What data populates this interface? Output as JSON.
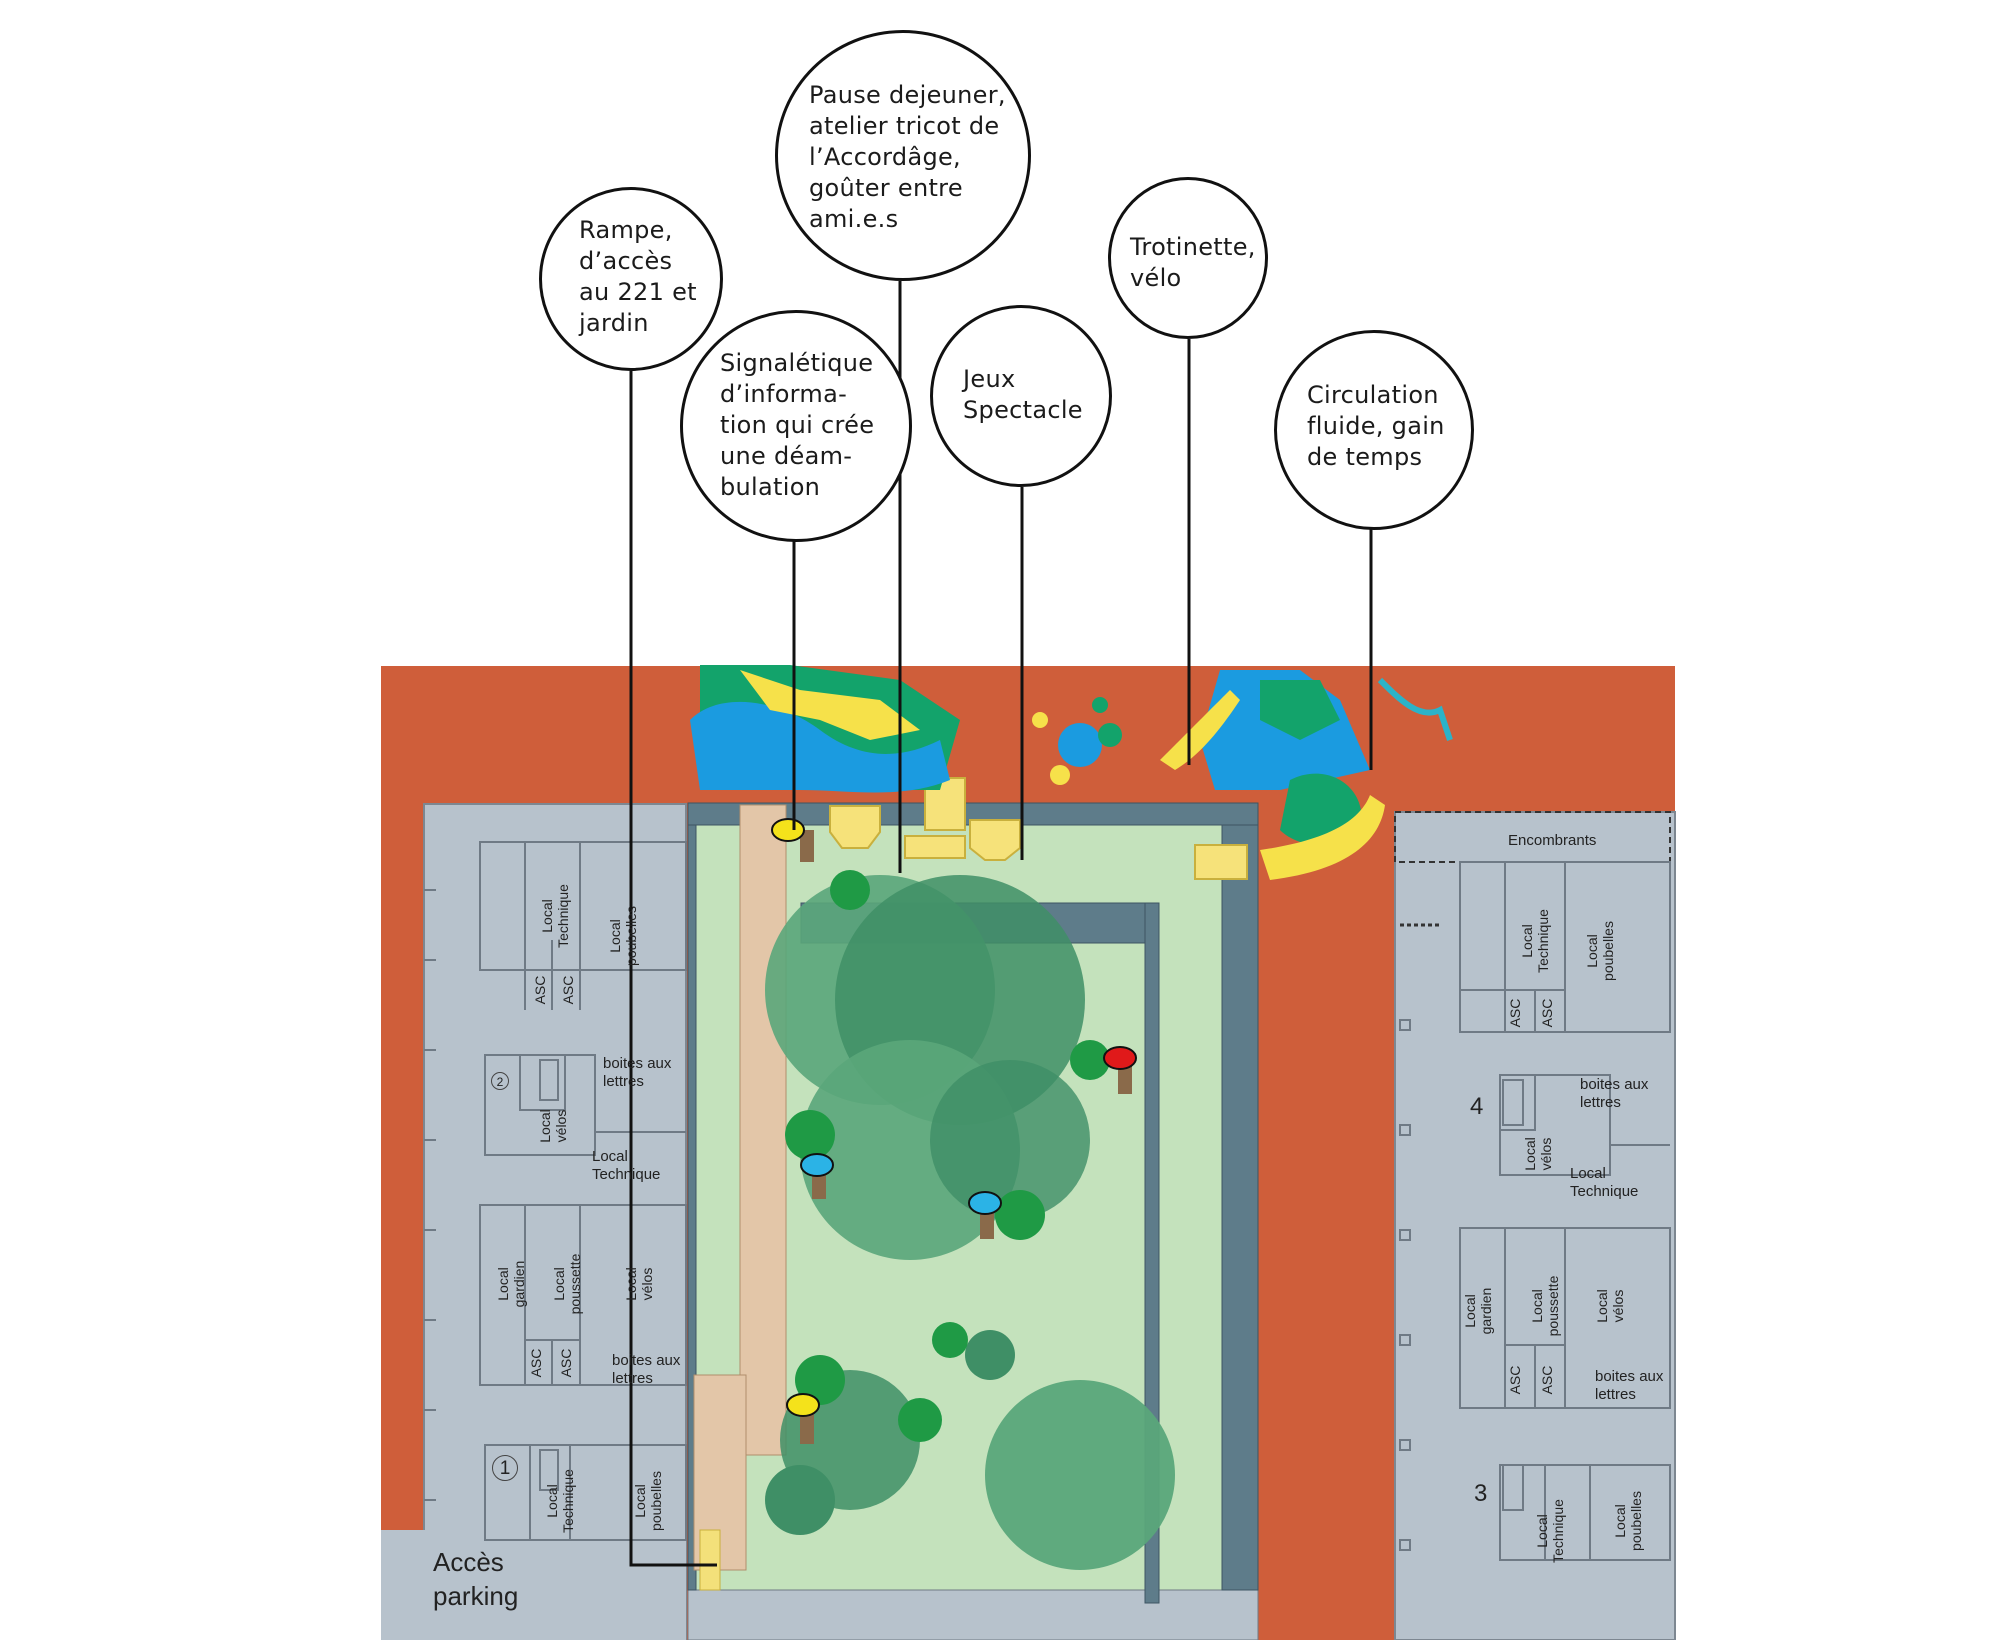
{
  "callouts": {
    "rampe": "Rampe,\nd’accès\nau 221 et\njardin",
    "pause": "Pause dejeuner,\natelier tricot de\nl’Accordâge,\ngoûter entre\nami.e.s",
    "signaletique": "Signalétique\nd’informa-\ntion qui crée\nune déam-\nbulation",
    "jeux": "Jeux\nSpectacle",
    "trotinette": "Trotinette,\nvélo",
    "circulation": "Circulation\nfluide, gain\nde temps"
  },
  "left_building": {
    "local_technique_top": "Local\nTechnique",
    "local_poubelles_top": "Local\npoubelles",
    "asc_a": "ASC",
    "asc_b": "ASC",
    "boites_top": "boites aux\nlettres",
    "number_2": "2",
    "local_velos_small": "Local\nvélos",
    "local_technique_mid": "Local\nTechnique",
    "local_gardien": "Local\ngardien",
    "local_poussette": "Local\npoussette",
    "local_velos_big": "Local\nvélos",
    "asc_c": "ASC",
    "asc_d": "ASC",
    "boites_bottom": "boites aux\nlettres",
    "number_1": "1",
    "local_technique_bottom": "Local\nTechnique",
    "local_poubelles_bottom": "Local\npoubelles",
    "acces_parking": "Accès\nparking"
  },
  "right_building": {
    "encombrants": "Encombrants",
    "local_technique_top": "Local\nTechnique",
    "local_poubelles_top": "Local\npoubelles",
    "asc_a": "ASC",
    "asc_b": "ASC",
    "number_4": "4",
    "boites_top": "boites aux\nlettres",
    "local_velos_small": "Local\nvélos",
    "local_technique_mid": "Local\nTechnique",
    "local_gardien": "Local\ngardien",
    "local_poussette": "Local\npoussette",
    "local_velos_big": "Local\nvélos",
    "asc_c": "ASC",
    "asc_d": "ASC",
    "boites_bottom": "boites aux\nlettres",
    "number_3": "3",
    "local_technique_bottom": "Local\nTechnique",
    "local_poubelles_bottom": "Local\npoubelles"
  },
  "colors": {
    "brick": "#cf5e3a",
    "building": "#b7c2cc",
    "building_line": "#6f7a85",
    "garden": "#c4e2bc",
    "path": "#e3c6a8",
    "tree_dark": "#3f8f66",
    "tree_mid": "#5aa67a",
    "mural_blue": "#1b9be0",
    "mural_green": "#13a36b",
    "mural_yellow": "#f6e14a",
    "marker_yellow": "#f4e21b",
    "marker_blue": "#2bb3e6",
    "marker_red": "#e0191a"
  }
}
